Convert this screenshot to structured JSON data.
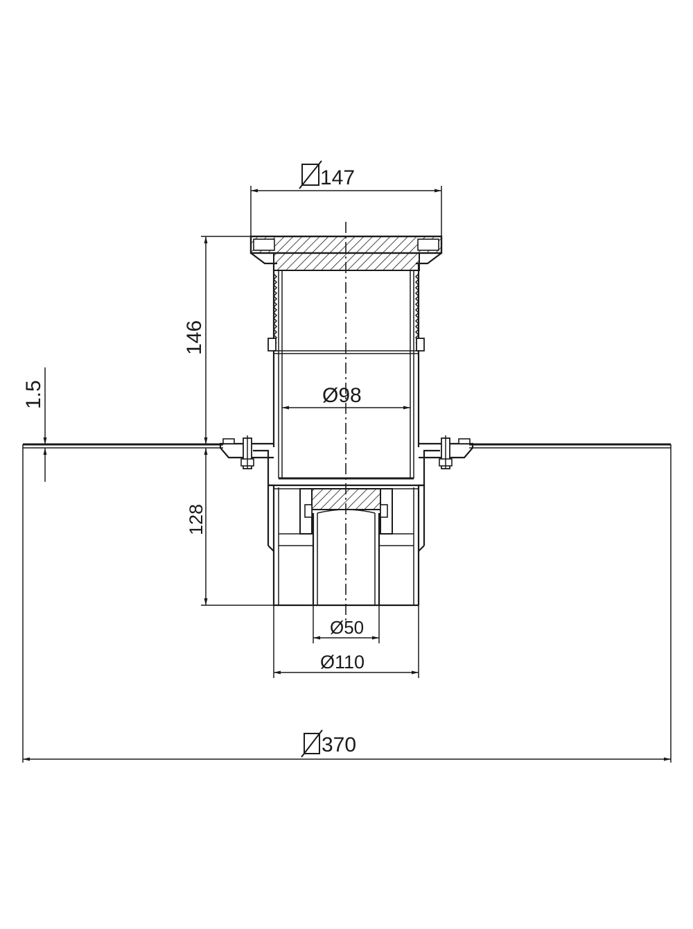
{
  "dimensions": {
    "flange_diameter": "147",
    "body_height": "146",
    "membrane_thickness": "1.5",
    "inner_diameter": "Ø98",
    "outlet_length": "128",
    "outlet_inner_diameter": "Ø50",
    "outlet_outer_diameter": "Ø110",
    "membrane_diameter": "370"
  },
  "colors": {
    "line": "#1a1a1a",
    "background": "#ffffff"
  },
  "icons": {
    "diameter_symbol": "diameter-symbol-icon"
  }
}
